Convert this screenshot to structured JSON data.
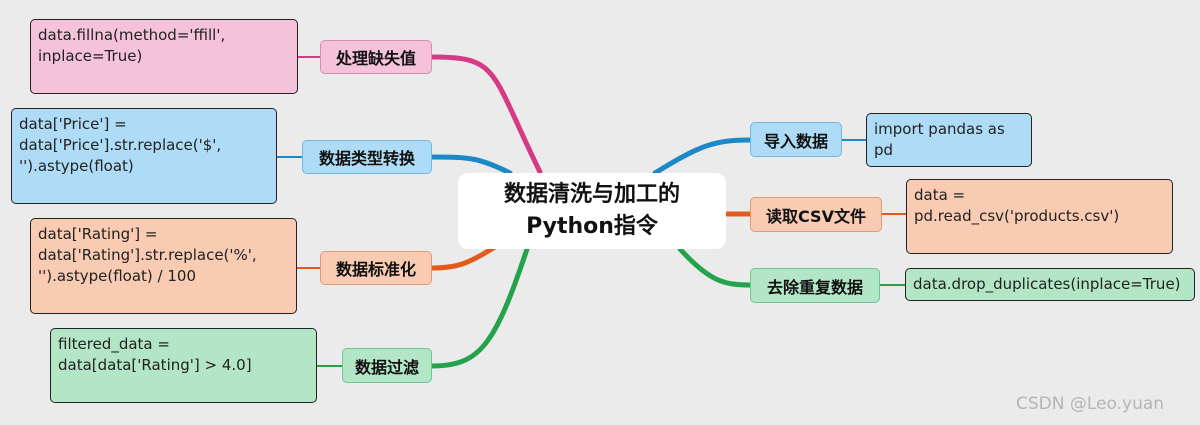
{
  "root": {
    "title_line1": "数据清洗与加工的",
    "title_line2": "Python指令"
  },
  "branches": {
    "missing": {
      "label": "处理缺失值",
      "code": "data.fillna(method='ffill',\ninplace=True)"
    },
    "dtype": {
      "label": "数据类型转换",
      "code": "data['Price'] =\ndata['Price'].str.replace('$',\n'').astype(float)"
    },
    "normalize": {
      "label": "数据标准化",
      "code": "data['Rating'] =\ndata['Rating'].str.replace('%',\n'').astype(float) / 100"
    },
    "filter": {
      "label": "数据过滤",
      "code": "filtered_data =\ndata[data['Rating'] > 4.0]"
    },
    "import": {
      "label": "导入数据",
      "code": "import pandas as\npd"
    },
    "readcsv": {
      "label": "读取CSV文件",
      "code": "data =\npd.read_csv('products.csv')"
    },
    "dedupe": {
      "label": "去除重复数据",
      "code": "data.drop_duplicates(inplace=True)"
    }
  },
  "colors": {
    "pink": "#d63a84",
    "blue": "#1b88c8",
    "orange": "#e55a1c",
    "green": "#25a24c",
    "background": "#ebebeb"
  },
  "watermark": "CSDN @Leo.yuan"
}
